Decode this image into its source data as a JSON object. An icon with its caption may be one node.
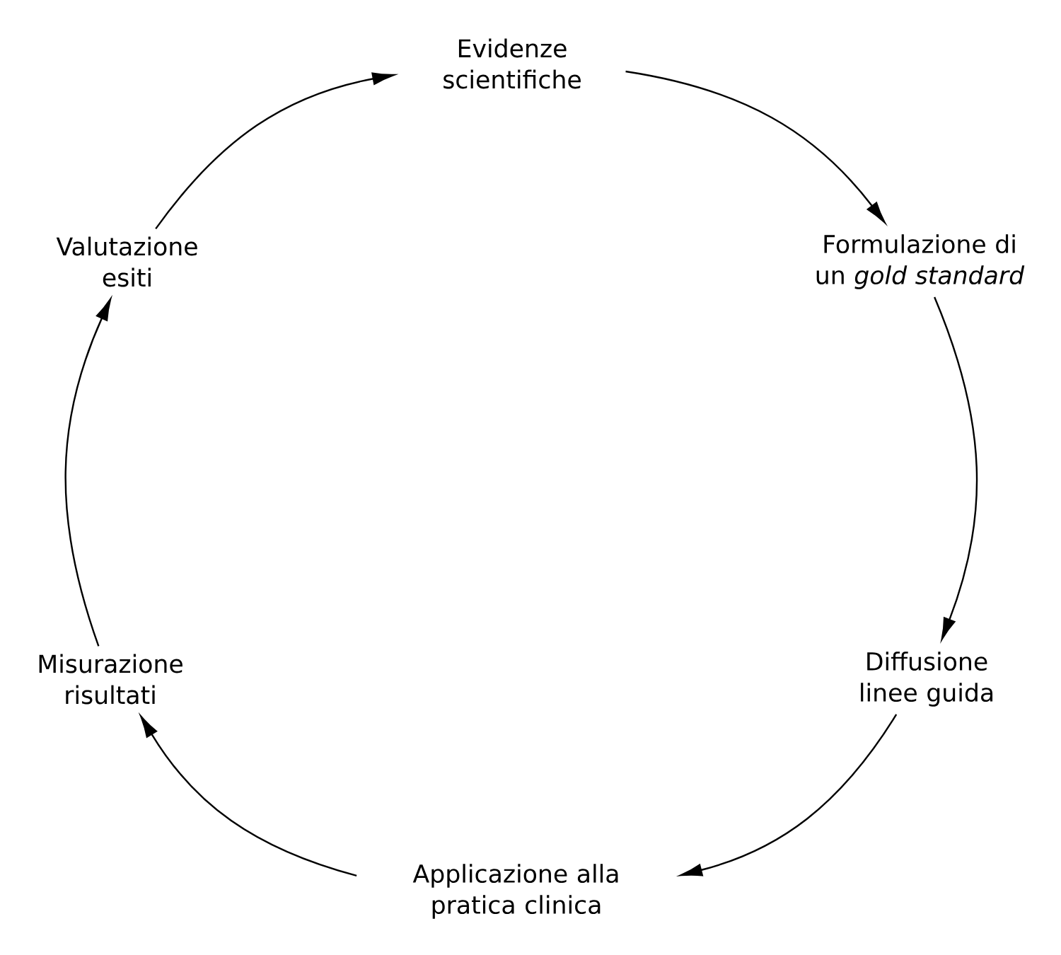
{
  "diagram": {
    "nodes": [
      {
        "text": [
          "Evidenze scientifiche"
        ]
      },
      {
        "text": [
          "Formulazione di un *gold standard*"
        ]
      },
      {
        "text": [
          "Diffusione linee guida"
        ]
      },
      {
        "text": [
          "Applicazione alla pratica clinica"
        ]
      },
      {
        "text": [
          "Misurazione risultati"
        ]
      },
      {
        "text": [
          "Valutazione esiti"
        ]
      }
    ],
    "edges": [
      {
        "from": 0,
        "to": 1,
        "arrow": "to"
      },
      {
        "from": 1,
        "to": 2,
        "arrow": "to"
      },
      {
        "from": 2,
        "to": 3,
        "arrow": "to"
      },
      {
        "from": 3,
        "to": 4,
        "arrow": "to"
      },
      {
        "from": 4,
        "to": 5,
        "arrow": "to"
      },
      {
        "from": 5,
        "to": 0,
        "arrow": "to"
      }
    ]
  }
}
